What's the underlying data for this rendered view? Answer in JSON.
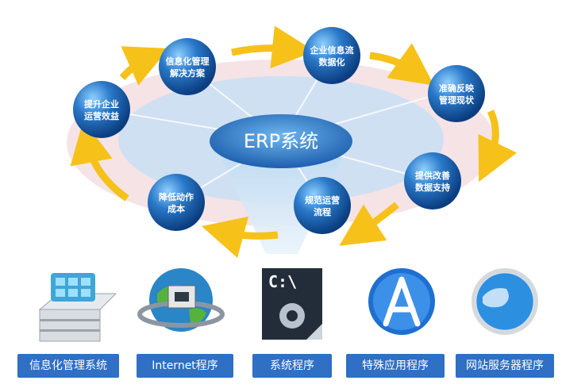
{
  "diagram": {
    "center_label": "ERP系统",
    "nodes": [
      {
        "line1": "信息化管理",
        "line2": "解决方案"
      },
      {
        "line1": "企业信息流",
        "line2": "数据化"
      },
      {
        "line1": "准确反映",
        "line2": "管理现状"
      },
      {
        "line1": "提供改善",
        "line2": "数据支持"
      },
      {
        "line1": "规范运营",
        "line2": "流程"
      },
      {
        "line1": "降低动作",
        "line2": "成本"
      },
      {
        "line1": "提升企业",
        "line2": "运营效益"
      }
    ]
  },
  "bottom": {
    "items": [
      {
        "label": "信息化管理系统",
        "icon": "server-icon"
      },
      {
        "label": "Internet程序",
        "icon": "globe-network-icon"
      },
      {
        "label": "系统程序",
        "icon": "command-prompt-gear-icon"
      },
      {
        "label": "特殊应用程序",
        "icon": "app-store-icon"
      },
      {
        "label": "网站服务器程序",
        "icon": "safari-globe-icon"
      }
    ]
  },
  "colors": {
    "accent": "#2f6fc4",
    "arrow": "#f6c21a",
    "sphere": "#1b5fb0"
  }
}
